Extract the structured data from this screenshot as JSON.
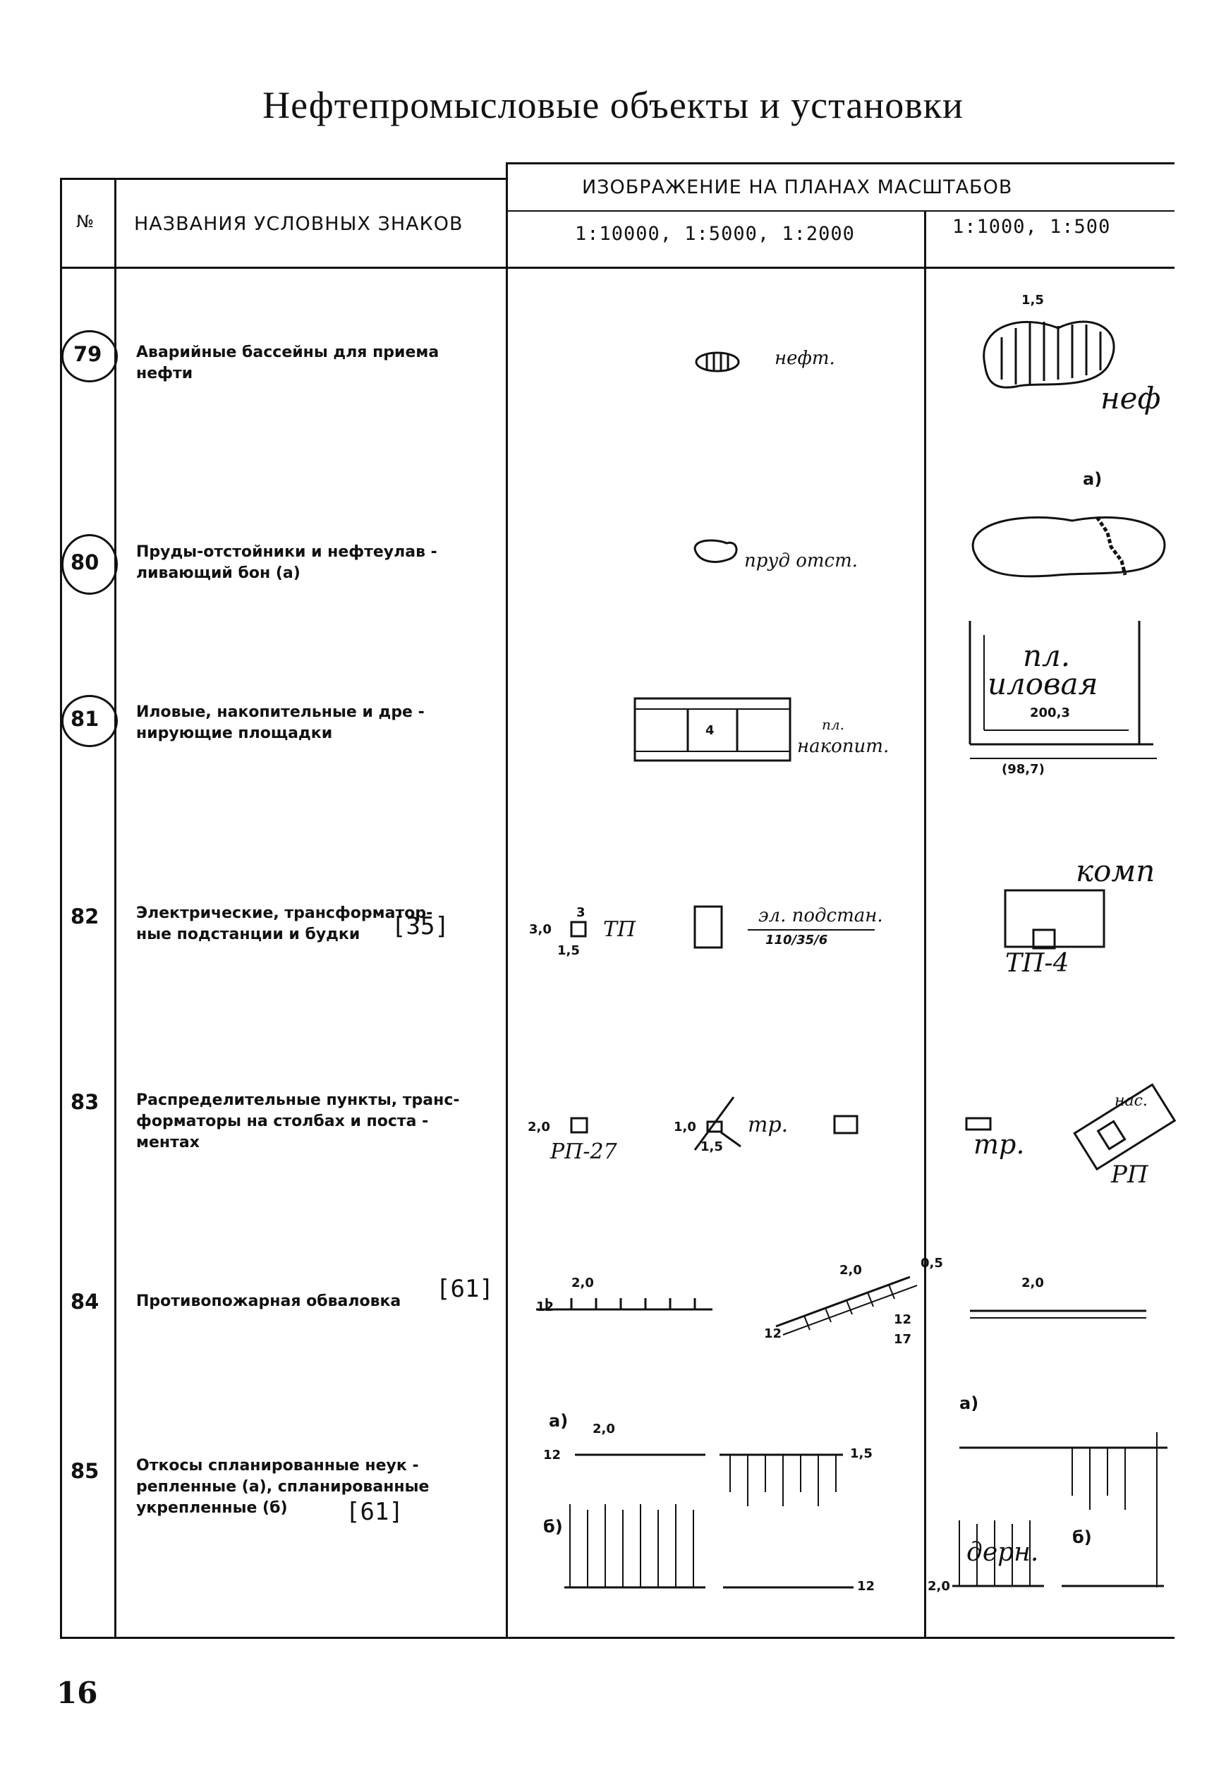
{
  "page": {
    "title": "Нефтепромысловые объекты и установки",
    "page_number": "16"
  },
  "table": {
    "header": {
      "num": "№",
      "name": "НАЗВАНИЯ УСЛОВНЫХ ЗНАКОВ",
      "image_on_plans": "ИЗОБРАЖЕНИЕ НА ПЛАНАХ МАСШТАБОВ",
      "scale_small": "1:10000, 1:5000, 1:2000",
      "scale_large": "1:1000, 1:500"
    },
    "rows": [
      {
        "num": "79",
        "name": "Аварийные бассейны для приема нефти",
        "ref": ""
      },
      {
        "num": "80",
        "name": "Пруды-отстойники и нефтеулав - ливающий бон (а)",
        "ref": ""
      },
      {
        "num": "81",
        "name": "Иловые, накопительные и дре - нирующие площадки",
        "ref": ""
      },
      {
        "num": "82",
        "name": "Электрические, трансформатор- ные подстанции и будки",
        "ref": "[35]"
      },
      {
        "num": "83",
        "name": "Распределительные пункты, транс- форматоры на столбах и поста - ментах",
        "ref": ""
      },
      {
        "num": "84",
        "name": "Противопожарная обваловка",
        "ref": "[61]"
      },
      {
        "num": "85",
        "name": "Откосы спланированные неук - репленные (а), спланированные укрепленные (б)",
        "ref": "[61]"
      }
    ]
  },
  "symbols": {
    "r79": {
      "small_label": "нефт.",
      "large_label": "неф",
      "dim": "1,5"
    },
    "r80": {
      "small_label": "пруд отст.",
      "marker": "а)"
    },
    "r81": {
      "small_label_1": "пл.",
      "small_label_2": "накопит.",
      "small_dim": "4",
      "large_label_1": "пл.",
      "large_label_2": "иловая",
      "large_val_1": "200,3",
      "large_val_2": "(98,7)"
    },
    "r82": {
      "dim_a": "3,0",
      "dim_b": "1,5",
      "dim_c": "3",
      "label_tp": "ТП",
      "label_sub": "эл. подстан.",
      "label_sub_val": "110/35/6",
      "large_label_top": "комп",
      "large_label_bottom": "ТП-4"
    },
    "r83": {
      "dim_a": "2,0",
      "label_rp": "РП-27",
      "dim_b": "1,0",
      "dim_c": "1,5",
      "label_tr": "тр.",
      "large_label_tr": "тр.",
      "large_label_rp": "РП",
      "large_label_nas": "нас."
    },
    "r84": {
      "dim_a": "2,0",
      "dim_b": "12",
      "dim_c": "2,0",
      "dim_d": "0,5",
      "dim_e": "12",
      "dim_f": "12",
      "dim_g": "17",
      "large_dim": "2,0"
    },
    "r85": {
      "marker_a": "а)",
      "marker_b": "б)",
      "dim_a": "2,0",
      "dim_b": "12",
      "dim_c": "1,5",
      "dim_d": "12",
      "large_marker_a": "а)",
      "large_marker_b": "б)",
      "large_label": "дерн.",
      "large_dim": "2,0"
    }
  }
}
